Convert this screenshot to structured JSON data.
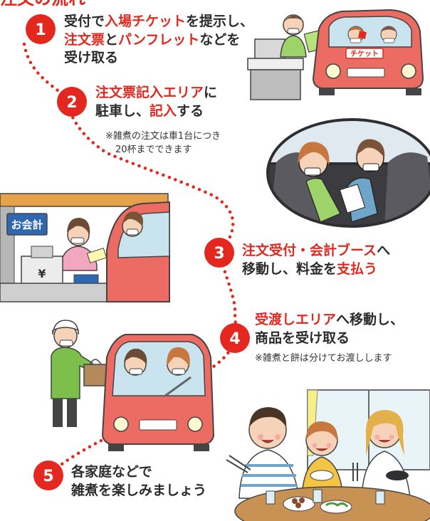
{
  "header_fragment": "注文の流れ",
  "steps": [
    {
      "number": "1",
      "lines": [
        [
          {
            "t": "受付で",
            "hl": false
          },
          {
            "t": "入場チケット",
            "hl": true
          },
          {
            "t": "を提示し、",
            "hl": false
          }
        ],
        [
          {
            "t": "注文票",
            "hl": true
          },
          {
            "t": "と",
            "hl": false
          },
          {
            "t": "パンフレット",
            "hl": true
          },
          {
            "t": "などを",
            "hl": false
          }
        ],
        [
          {
            "t": "受け取る",
            "hl": false
          }
        ]
      ]
    },
    {
      "number": "2",
      "lines": [
        [
          {
            "t": "注文票記入エリア",
            "hl": true
          },
          {
            "t": "に",
            "hl": false
          }
        ],
        [
          {
            "t": "駐車し、",
            "hl": false
          },
          {
            "t": "記入",
            "hl": true
          },
          {
            "t": "する",
            "hl": false
          }
        ]
      ],
      "note": [
        "※雑煮の注文は車1台につき",
        "20杯までできます"
      ]
    },
    {
      "number": "3",
      "lines": [
        [
          {
            "t": "注文受付・会計ブース",
            "hl": true
          },
          {
            "t": "へ",
            "hl": false
          }
        ],
        [
          {
            "t": "移動し、料金を",
            "hl": false
          },
          {
            "t": "支払う",
            "hl": true
          }
        ]
      ]
    },
    {
      "number": "4",
      "lines": [
        [
          {
            "t": "受渡しエリア",
            "hl": true
          },
          {
            "t": "へ移動し、",
            "hl": false
          }
        ],
        [
          {
            "t": "商品を受け取る",
            "hl": false
          }
        ]
      ],
      "note": [
        "※雑煮と餅は分けてお渡しします"
      ]
    },
    {
      "number": "5",
      "lines": [
        [
          {
            "t": "各家庭などで",
            "hl": false
          }
        ],
        [
          {
            "t": "雑煮を楽しみましょう",
            "hl": false
          }
        ]
      ]
    }
  ],
  "illustrations": {
    "ticket_label": "チケット",
    "booth_sign": "お会計",
    "register_symbol": "¥"
  },
  "colors": {
    "accent_red": "#e4281f",
    "car_red": "#ec6b63",
    "text": "#2b2b2b"
  }
}
